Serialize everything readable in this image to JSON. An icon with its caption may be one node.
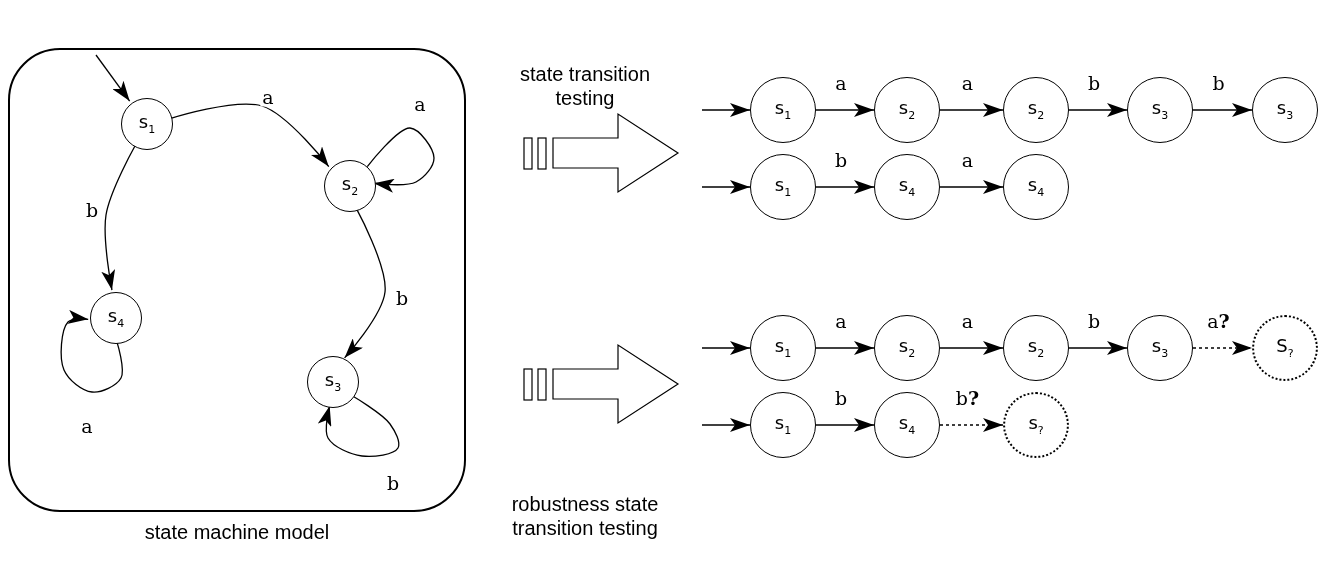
{
  "diagram": {
    "nodes": [
      {
        "text": [
          "state machine model"
        ]
      },
      {
        "text": [
          "s$_{1}$"
        ],
        "in": 0
      },
      {
        "text": [
          "s$_{2}$"
        ],
        "in": 0
      },
      {
        "text": [
          "s$_{4}$"
        ],
        "in": 0
      },
      {
        "text": [
          "s$_{3}$"
        ],
        "in": 0
      },
      {
        "text": [
          "s$_{1}$"
        ]
      },
      {
        "text": [
          "s$_{2}$"
        ]
      },
      {
        "text": [
          "s$_{2}$"
        ]
      },
      {
        "text": [
          "s$_{3}$"
        ]
      },
      {
        "text": [
          "s$_{3}$"
        ]
      },
      {
        "text": [
          "s$_{1}$"
        ]
      },
      {
        "text": [
          "s$_{4}$"
        ]
      },
      {
        "text": [
          "s$_{4}$"
        ]
      },
      {
        "text": [
          "s$_{1}$"
        ]
      },
      {
        "text": [
          "s$_{2}$"
        ]
      },
      {
        "text": [
          "s$_{2}$"
        ]
      },
      {
        "text": [
          "s$_{3}$"
        ]
      },
      {
        "text": [
          "S$_{?}$"
        ]
      },
      {
        "text": [
          "s$_{1}$"
        ]
      },
      {
        "text": [
          "s$_{4}$"
        ]
      },
      {
        "text": [
          "s$_{?}$"
        ]
      }
    ],
    "edges": [
      {
        "from": null,
        "to": 1,
        "arrow": "to"
      },
      {
        "from": 1,
        "to": 2,
        "arrow": "to",
        "label": "a"
      },
      {
        "from": 2,
        "to": 2,
        "arrow": "to",
        "label": "a"
      },
      {
        "from": 1,
        "to": 3,
        "arrow": "to",
        "label": "b"
      },
      {
        "from": 3,
        "to": 3,
        "arrow": "to",
        "label": "a"
      },
      {
        "from": 2,
        "to": 4,
        "arrow": "to",
        "label": "b"
      },
      {
        "from": 4,
        "to": 4,
        "arrow": "to",
        "label": "b"
      },
      {
        "from": null,
        "to": 5,
        "arrow": "to"
      },
      {
        "from": 5,
        "to": 6,
        "arrow": "to",
        "label": "a"
      },
      {
        "from": 6,
        "to": 7,
        "arrow": "to",
        "label": "a"
      },
      {
        "from": 7,
        "to": 8,
        "arrow": "to",
        "label": "b"
      },
      {
        "from": 8,
        "to": 9,
        "arrow": "to",
        "label": "b"
      },
      {
        "from": null,
        "to": 10,
        "arrow": "to"
      },
      {
        "from": 10,
        "to": 11,
        "arrow": "to",
        "label": "b"
      },
      {
        "from": 11,
        "to": 12,
        "arrow": "to",
        "label": "a"
      },
      {
        "from": null,
        "to": 13,
        "arrow": "to"
      },
      {
        "from": 13,
        "to": 14,
        "arrow": "to",
        "label": "a"
      },
      {
        "from": 14,
        "to": 15,
        "arrow": "to",
        "label": "a"
      },
      {
        "from": 15,
        "to": 16,
        "arrow": "to",
        "label": "b"
      },
      {
        "from": 16,
        "to": 17,
        "arrow": "to",
        "label": "a**?**",
        "style": "dashed"
      },
      {
        "from": null,
        "to": 18,
        "arrow": "to"
      },
      {
        "from": 18,
        "to": 19,
        "arrow": "to",
        "label": "b"
      },
      {
        "from": 19,
        "to": 20,
        "arrow": "to",
        "label": "b**?**",
        "style": "dashed"
      }
    ],
    "labels": [
      "state transition testing",
      "robustness state transition testing"
    ]
  }
}
